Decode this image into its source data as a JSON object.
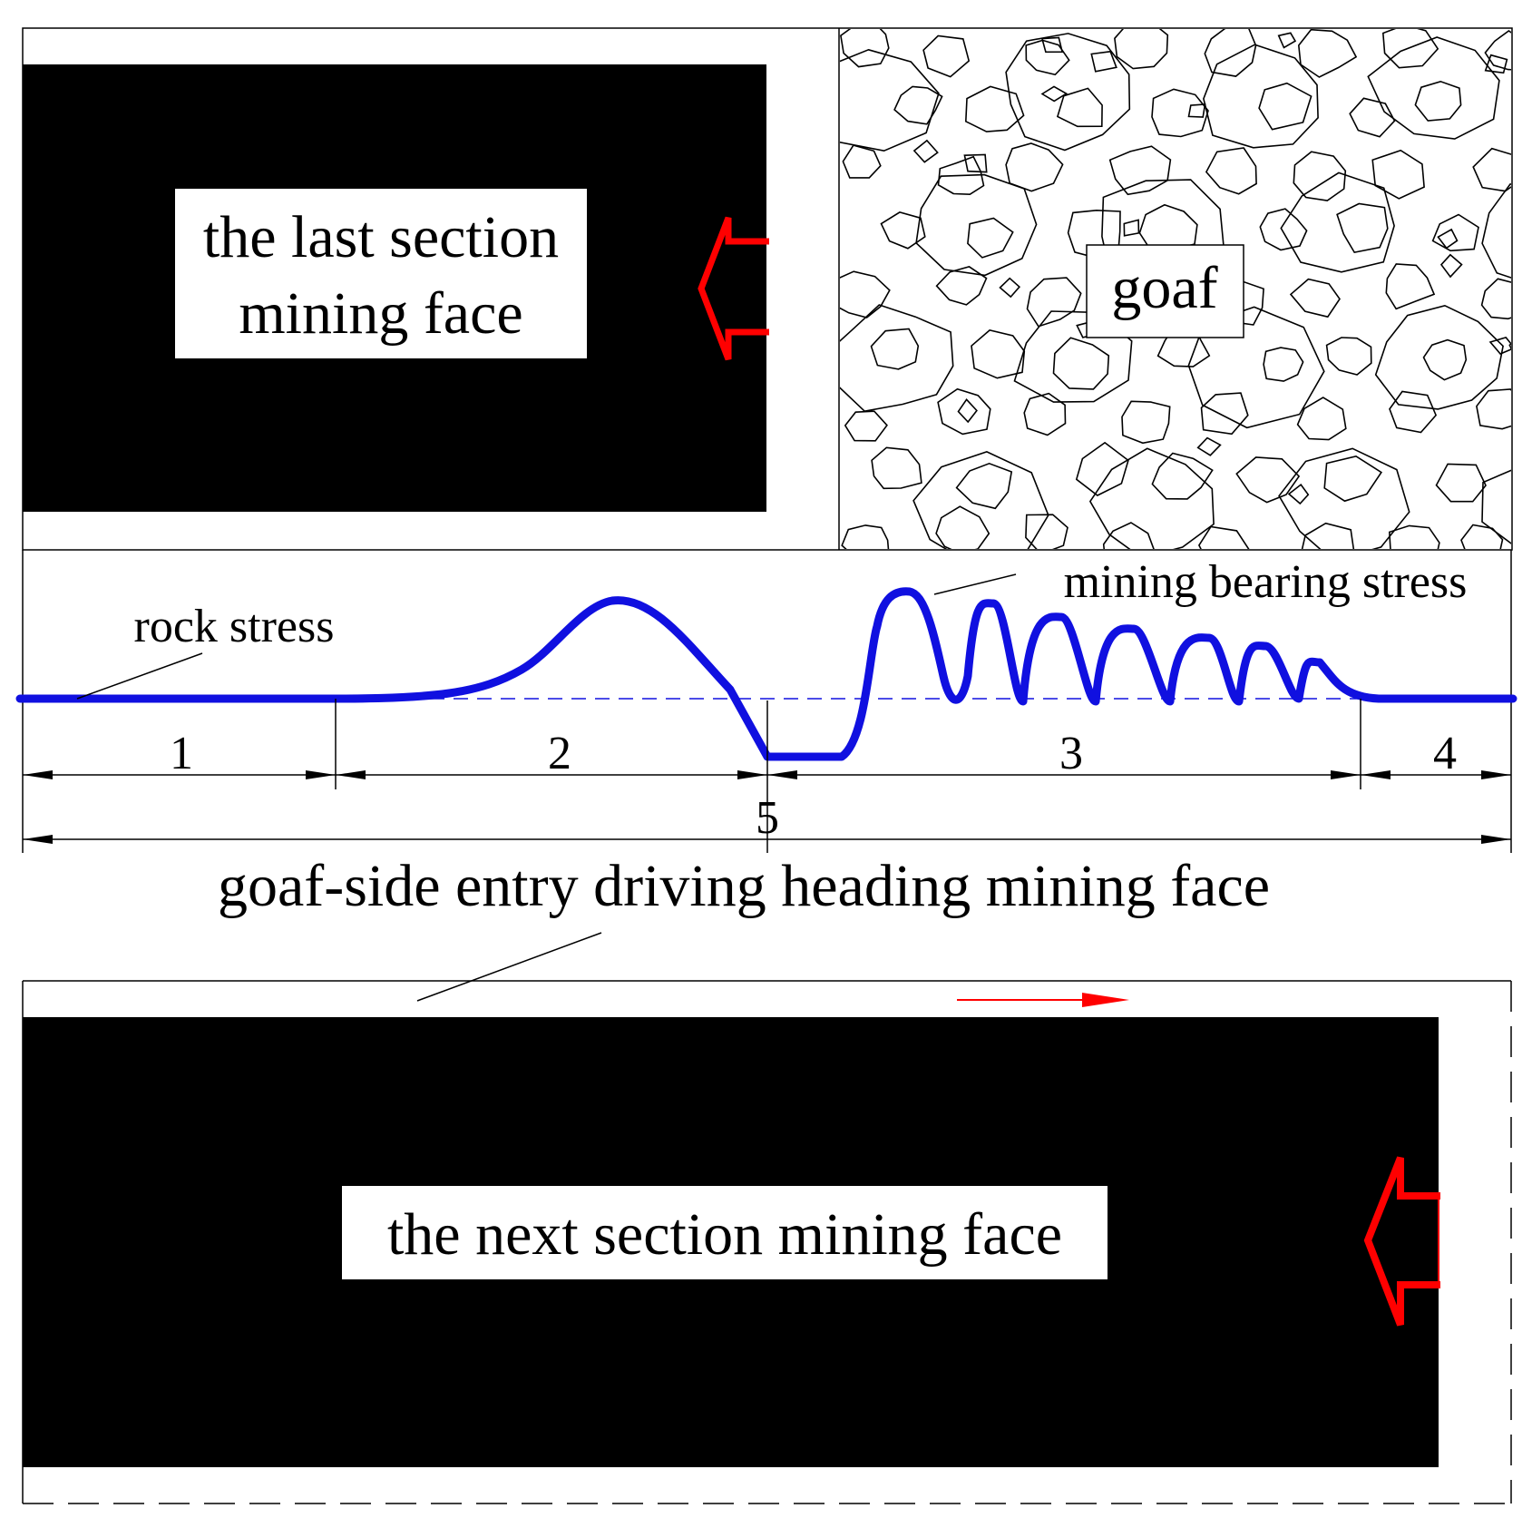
{
  "labels": {
    "last_face": [
      "the last section",
      "mining face"
    ],
    "goaf": "goaf",
    "rock_stress": "rock stress",
    "mining_bearing_stress": "mining bearing stress",
    "entry": "goaf-side entry driving heading mining face",
    "next_face": "the next section mining face"
  },
  "zones": [
    "1",
    "2",
    "3",
    "4",
    "5"
  ],
  "colors": {
    "stress_curve": "#1010e0",
    "arrow": "#ff0000",
    "block": "#000000",
    "background": "#ffffff"
  },
  "icons": {
    "advance_arrow_top": "hollow-left-arrow",
    "advance_arrow_bottom": "hollow-left-arrow",
    "driving_direction": "right-arrow"
  }
}
